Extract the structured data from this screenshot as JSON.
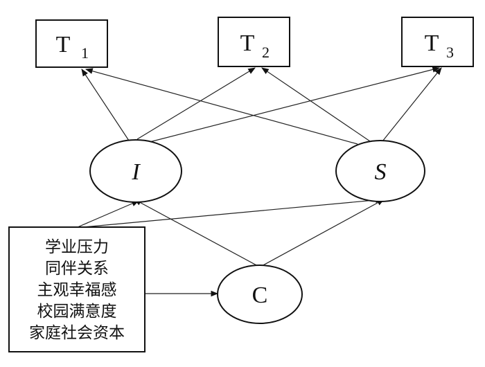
{
  "targets": [
    {
      "main": "T",
      "sub": "1"
    },
    {
      "main": "T",
      "sub": "2"
    },
    {
      "main": "T",
      "sub": "3"
    }
  ],
  "latents": {
    "intercept": "I",
    "slope": "S"
  },
  "covariate_box": {
    "lines": [
      "学业压力",
      "同伴关系",
      "主观幸福感",
      "校园满意度",
      "家庭社会资本"
    ]
  },
  "mediator": "C"
}
